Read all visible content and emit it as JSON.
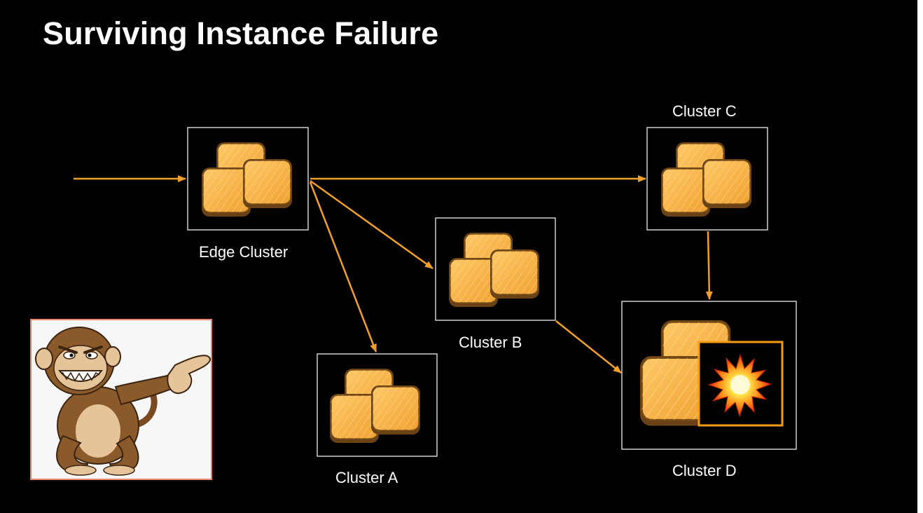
{
  "slide": {
    "title": "Surviving Instance Failure",
    "background": "#000000"
  },
  "clusters": {
    "edge": {
      "label": "Edge Cluster"
    },
    "a": {
      "label": "Cluster A"
    },
    "b": {
      "label": "Cluster B"
    },
    "c": {
      "label": "Cluster C"
    },
    "d": {
      "label": "Cluster D",
      "status": "failed"
    }
  },
  "connections": [
    {
      "from": "external",
      "to": "edge"
    },
    {
      "from": "edge",
      "to": "c"
    },
    {
      "from": "edge",
      "to": "b"
    },
    {
      "from": "edge",
      "to": "a"
    },
    {
      "from": "c",
      "to": "d"
    },
    {
      "from": "b",
      "to": "d"
    }
  ],
  "icons": {
    "instance": "instance-stack-icon",
    "failure": "explosion-icon",
    "mascot": "chaos-monkey-icon"
  },
  "colors": {
    "instance_fill": "#f5b041",
    "instance_border": "#8a5a1c",
    "arrow": "#f2a02c",
    "box_border": "#cfcfcf",
    "failure_border": "#f39c12"
  }
}
